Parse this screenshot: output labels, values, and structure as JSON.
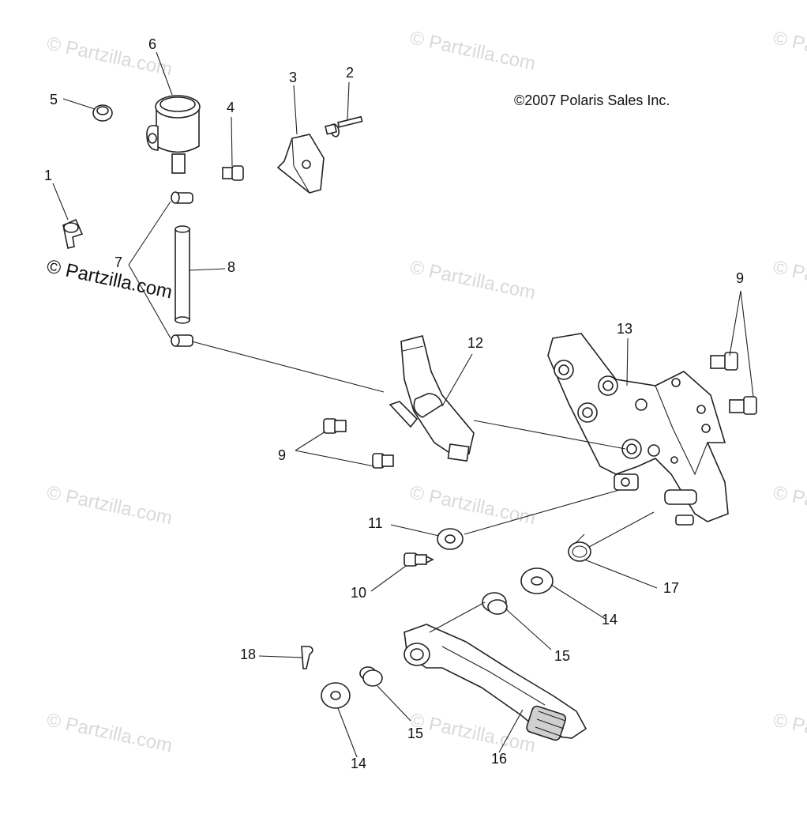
{
  "copyright": "©2007 Polaris Sales Inc.",
  "watermark": "© Partzilla.com",
  "callouts": {
    "c1": "1",
    "c2": "2",
    "c3": "3",
    "c4": "4",
    "c5": "5",
    "c6": "6",
    "c7": "7",
    "c8": "8",
    "c9a": "9",
    "c9b": "9",
    "c10": "10",
    "c11": "11",
    "c12": "12",
    "c13": "13",
    "c14a": "14",
    "c14b": "14",
    "c15a": "15",
    "c15b": "15",
    "c16": "16",
    "c17": "17",
    "c18": "18"
  },
  "colors": {
    "line": "#222222",
    "watermark": "#d9d9d9",
    "background": "#ffffff"
  }
}
